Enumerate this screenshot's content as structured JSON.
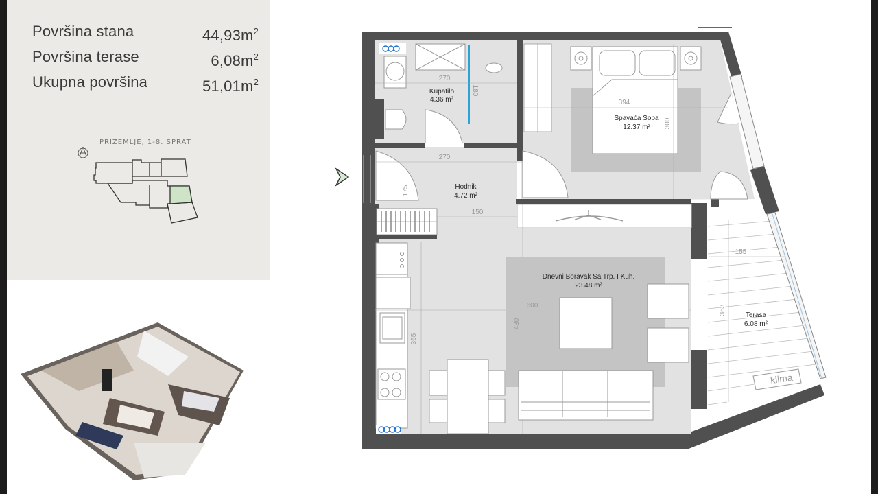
{
  "areas": [
    {
      "label": "Površina stana",
      "value": "44,93m",
      "unit_sup": "2"
    },
    {
      "label": "Površina terase",
      "value": "6,08m",
      "unit_sup": "2"
    },
    {
      "label": "Ukupna površina",
      "value": "51,01m",
      "unit_sup": "2"
    }
  ],
  "keyplan": {
    "title": "PRIZEMLJE, 1-8. SPRAT",
    "north_icon": "north-arrow-icon",
    "highlight_color": "#cfe3c6"
  },
  "rooms": {
    "bathroom": {
      "name": "Kupatilo",
      "area": "4.36 m²",
      "dim_w": "270",
      "dim_h": "180"
    },
    "bedroom": {
      "name": "Spavaća Soba",
      "area": "12.37 m²",
      "dim_w": "394",
      "dim_h": "300"
    },
    "hallway": {
      "name": "Hodnik",
      "area": "4.72 m²",
      "dim_w": "270",
      "dim_h": "175",
      "dim_w2": "150"
    },
    "living": {
      "name": "Dnevni Boravak Sa Trp. I Kuh.",
      "area": "23.48 m²",
      "dim_w": "600",
      "dim_h": "430",
      "dim_kitchen": "365"
    },
    "terrace": {
      "name": "Terasa",
      "area": "6.08 m²",
      "dim_w": "155",
      "dim_h": "363",
      "ac_label": "klima"
    }
  },
  "colors": {
    "wall": "#505050",
    "floor": "#e2e2e2",
    "rug": "#c4c4c4",
    "panel_bg": "#ebeae6",
    "accent_blue": "#1e6fd0",
    "entry_arrow": "#d6ead2"
  }
}
